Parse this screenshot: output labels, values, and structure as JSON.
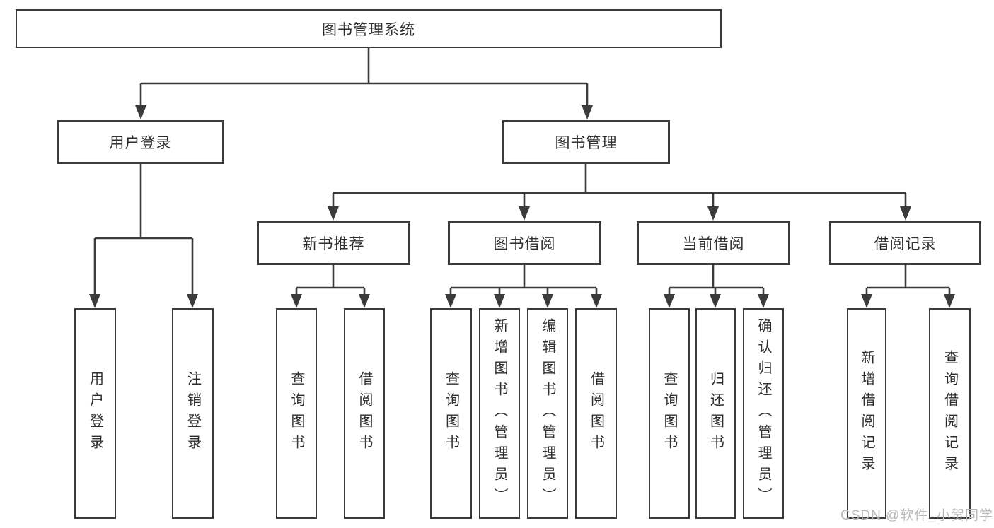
{
  "colors": {
    "background": "#ffffff",
    "line": "#3b3b3b",
    "box_border": "#3b3b3b",
    "text": "#2e2e2e",
    "watermark_text": "#b8b8b8"
  },
  "nodes": {
    "root": "图书管理系统",
    "user_login": "用户登录",
    "book_mgmt": "图书管理",
    "new_book_rec": "新书推荐",
    "book_borrow": "图书借阅",
    "current_borrow": "当前借阅",
    "borrow_record": "借阅记录",
    "leaf_user_login": "用户登录",
    "leaf_logout": "注销登录",
    "leaf_nbr_query": "查询图书",
    "leaf_nbr_borrow": "借阅图书",
    "leaf_bb_query": "查询图书",
    "leaf_bb_add": "新增图书（管理员）",
    "leaf_bb_edit": "编辑图书（管理员）",
    "leaf_bb_borrow": "借阅图书",
    "leaf_cb_query": "查询图书",
    "leaf_cb_return": "归还图书",
    "leaf_cb_confirm": "确认归还（管理员）",
    "leaf_br_add": "新增借阅记录",
    "leaf_br_query": "查询借阅记录"
  },
  "watermark": "CSDN @软件_小贺同学"
}
